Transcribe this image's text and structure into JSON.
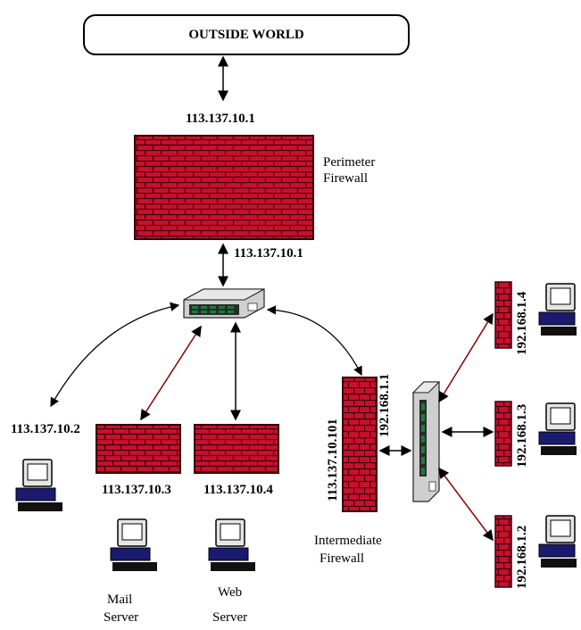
{
  "outside_world": "OUTSIDE WORLD",
  "perimeter": {
    "label_line1": "Perimeter",
    "label_line2": "Firewall",
    "ip_top": "113.137.10.1",
    "ip_bottom": "113.137.10.1"
  },
  "hosts": {
    "client_ip": "113.137.10.2",
    "mail_ip": "113.137.10.3",
    "web_ip": "113.137.10.4",
    "mail_line1": "Mail",
    "mail_line2": "Server",
    "web_line1": "Web",
    "web_line2": "Server"
  },
  "intermediate": {
    "outer_ip": "113.137.10.101",
    "inner_ip": "192.168.1.1",
    "label_line1": "Intermediate",
    "label_line2": "Firewall"
  },
  "internal": {
    "ip_1": "192.168.1.4",
    "ip_2": "192.168.1.3",
    "ip_3": "192.168.1.2"
  },
  "colors": {
    "firewall_red": "#c8102e",
    "mortar": "#3a0008",
    "link_black": "#000000",
    "link_red": "#8b0000",
    "switch_port": "#1f7a3a"
  }
}
